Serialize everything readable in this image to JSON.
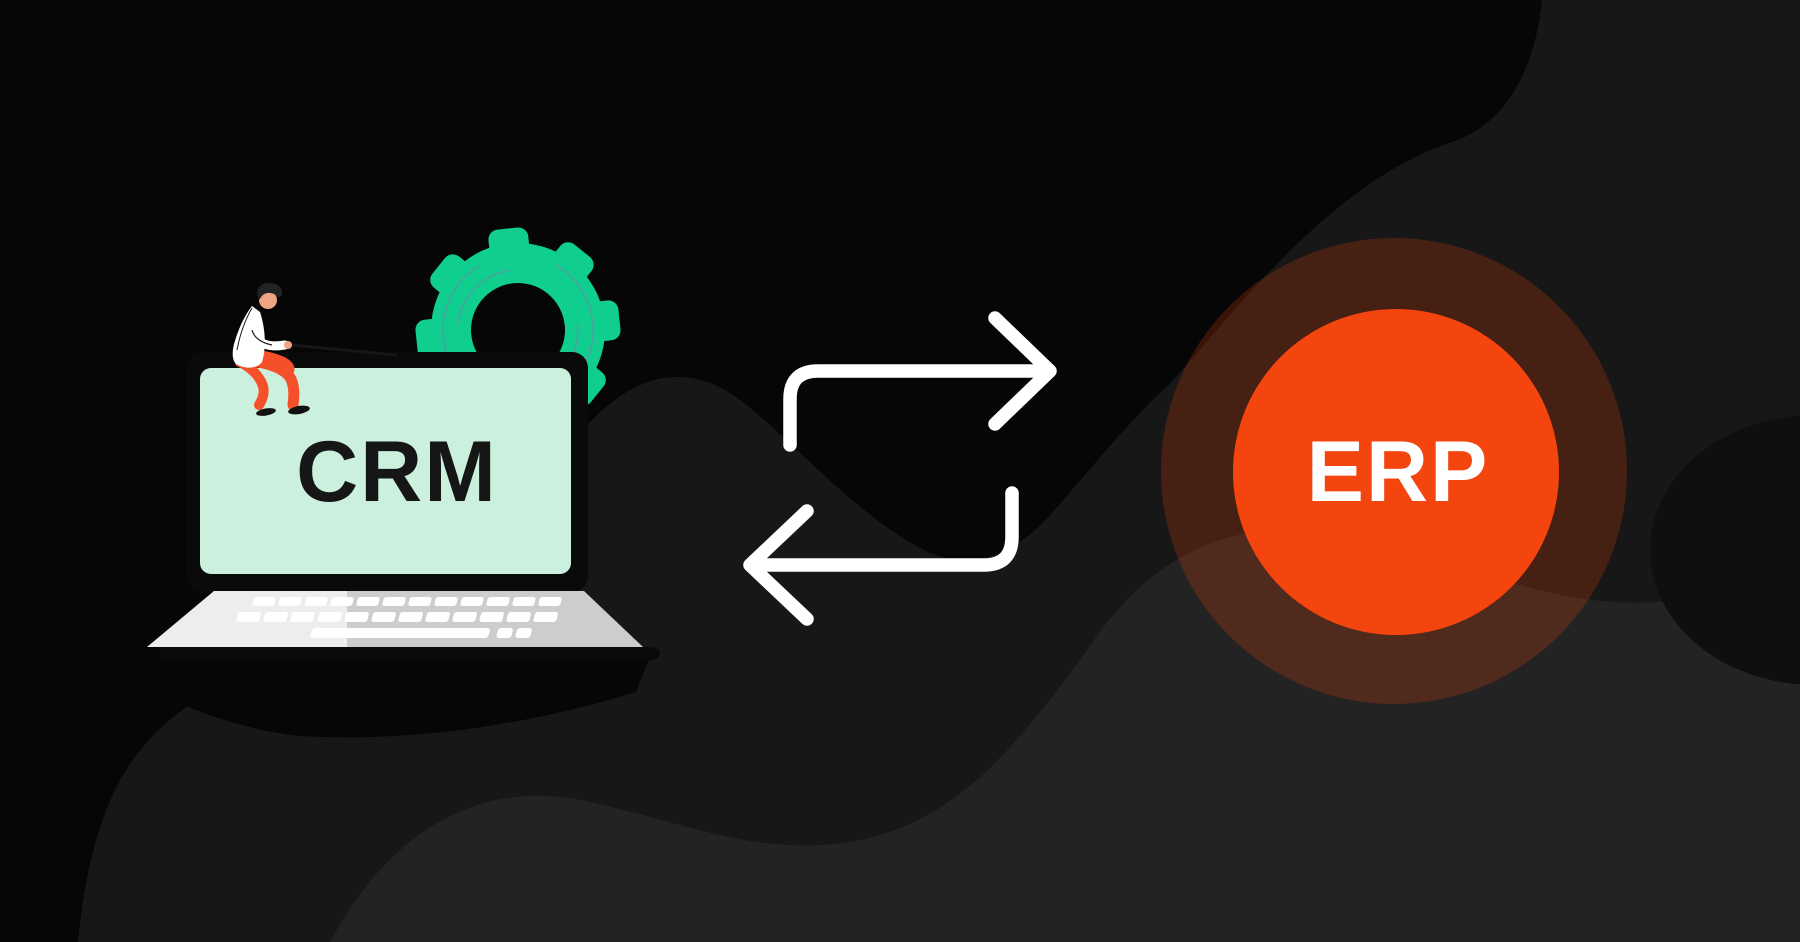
{
  "laptop": {
    "screen_label": "CRM"
  },
  "erp": {
    "label": "ERP"
  },
  "icons": {
    "gear": "gear-icon",
    "sync": "sync-arrows-icon",
    "laptop": "laptop-icon",
    "person": "person-figure",
    "erp_badge": "erp-badge"
  },
  "colors": {
    "background": "#060606",
    "blob_dark": "#171717",
    "blob_light": "#232323",
    "blob_darker": "#0f0f0f",
    "gear_green": "#10ce8e",
    "gear_arc": "#8a76ad",
    "screen_mint": "#cbf1de",
    "laptop_frame": "#0a0a0a",
    "deck_light": "#ededed",
    "deck_shaded": "#cdcdcd",
    "key_white": "#ffffff",
    "arrow_white": "#ffffff",
    "erp_orange": "#f4450e",
    "erp_halo": "rgba(244,69,14,0.22)",
    "crm_text": "#161616",
    "erp_text": "#ffffff",
    "pants_orange": "#f4502a",
    "skin": "#efa584",
    "shirt": "#ffffff",
    "hair": "#222222",
    "shoes": "#111111"
  }
}
